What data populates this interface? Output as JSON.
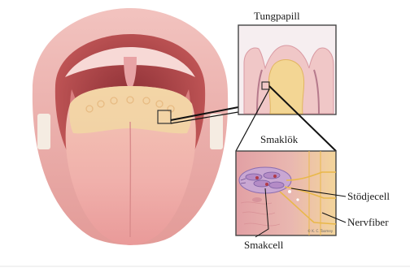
{
  "labels": {
    "tungpapill": "Tungpapill",
    "smaklok": "Smaklök",
    "stodjecell": "Stödjecell",
    "nervfiber": "Nervfiber",
    "smakcell": "Smakcell"
  },
  "credit": "© K. C. Toomey",
  "colors": {
    "lip": "#e7a3a0",
    "mouth_cavity": "#b8514f",
    "tongue": "#f1b1ad",
    "tongue_back": "#f2d7a3",
    "inset_border": "#444444",
    "nerve": "#e9b84a",
    "taste_cell": "#8a6cb0"
  }
}
